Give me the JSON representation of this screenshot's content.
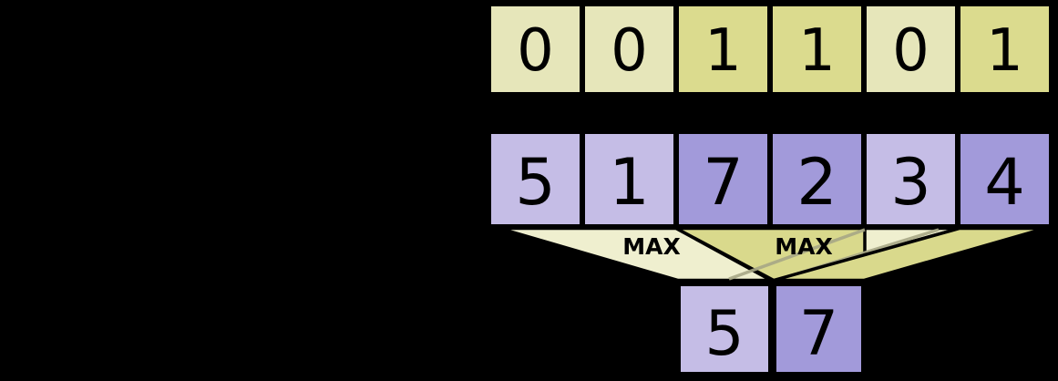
{
  "colors": {
    "background": "#000000",
    "cell_border": "#000000",
    "mask_zero_fill": "#e6e6ba",
    "mask_one_fill": "#dbdb8e",
    "value_unmasked_fill": "#c5bde6",
    "value_masked_fill": "#a29ada",
    "funnel_left_fill": "#efefcf",
    "funnel_right_fill": "#d9d98c",
    "overlap_edge_line": "#a8a886",
    "digit_color": "#000000"
  },
  "mask_row": {
    "cells": [
      {
        "value": "0"
      },
      {
        "value": "0"
      },
      {
        "value": "1"
      },
      {
        "value": "1"
      },
      {
        "value": "0"
      },
      {
        "value": "1"
      }
    ]
  },
  "value_row": {
    "cells": [
      {
        "value": "5",
        "masked": false
      },
      {
        "value": "1",
        "masked": false
      },
      {
        "value": "7",
        "masked": true
      },
      {
        "value": "2",
        "masked": true
      },
      {
        "value": "3",
        "masked": false
      },
      {
        "value": "4",
        "masked": true
      }
    ]
  },
  "operations": {
    "left_label": "MAX",
    "right_label": "MAX"
  },
  "result_row": {
    "cells": [
      {
        "value": "5",
        "masked": false
      },
      {
        "value": "7",
        "masked": true
      }
    ]
  }
}
